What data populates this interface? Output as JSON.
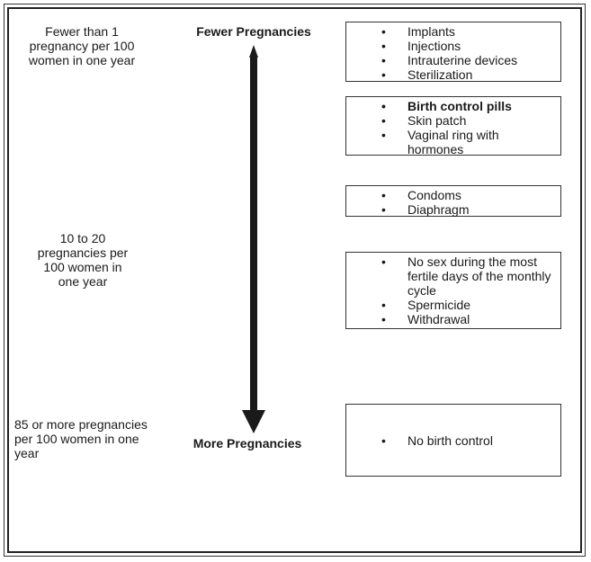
{
  "levels": {
    "top": "Fewer than 1 pregnancy per 100 women in one year",
    "middle": "10 to 20 pregnancies per 100 women in one year",
    "bottom": "85 or more pregnancies per 100 women in one year"
  },
  "axis": {
    "top_label": "Fewer Pregnancies",
    "bottom_label": "More Pregnancies"
  },
  "groups": [
    {
      "items": [
        {
          "text": "Implants",
          "bold": false
        },
        {
          "text": "Injections",
          "bold": false
        },
        {
          "text": "Intrauterine devices",
          "bold": false
        },
        {
          "text": "Sterilization",
          "bold": false
        }
      ]
    },
    {
      "items": [
        {
          "text": "Birth control pills",
          "bold": true
        },
        {
          "text": "Skin patch",
          "bold": false
        },
        {
          "text": "Vaginal ring with hormones",
          "bold": false
        }
      ]
    },
    {
      "items": [
        {
          "text": "Condoms",
          "bold": false
        },
        {
          "text": "Diaphragm",
          "bold": false
        }
      ]
    },
    {
      "items": [
        {
          "text": "No sex during the most fertile days of the monthly cycle",
          "bold": false
        },
        {
          "text": "Spermicide",
          "bold": false
        },
        {
          "text": "Withdrawal",
          "bold": false
        }
      ]
    },
    {
      "items": [
        {
          "text": "No birth control",
          "bold": false
        }
      ]
    }
  ],
  "colors": {
    "arrow": "#1a1a1a",
    "border": "#333333"
  }
}
